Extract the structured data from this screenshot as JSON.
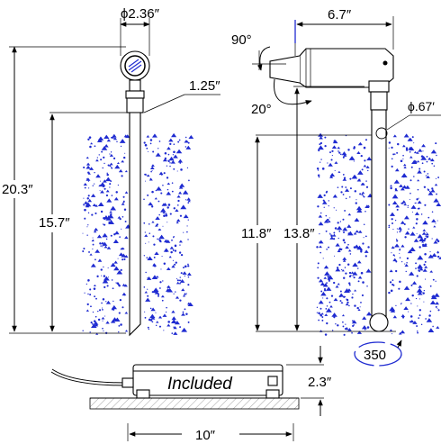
{
  "dimensions": {
    "head_diameter": "ϕ2.36″",
    "neck_length": "1.25″",
    "total_height": "20.3″",
    "stake_depth_front": "15.7″",
    "arm_length": "6.7″",
    "tilt_up": "90°",
    "tilt_down": "20°",
    "stake_diameter": "ϕ.67′",
    "stake_depth_side": "11.8″",
    "side_height": "13.8″",
    "rotation": "350",
    "box_height": "2.3″",
    "box_width": "10″"
  },
  "labels": {
    "included": "Included"
  },
  "colors": {
    "soil_dots": "#1f2bd1",
    "line": "#000000",
    "ground_fill": "#d9d9d9"
  }
}
